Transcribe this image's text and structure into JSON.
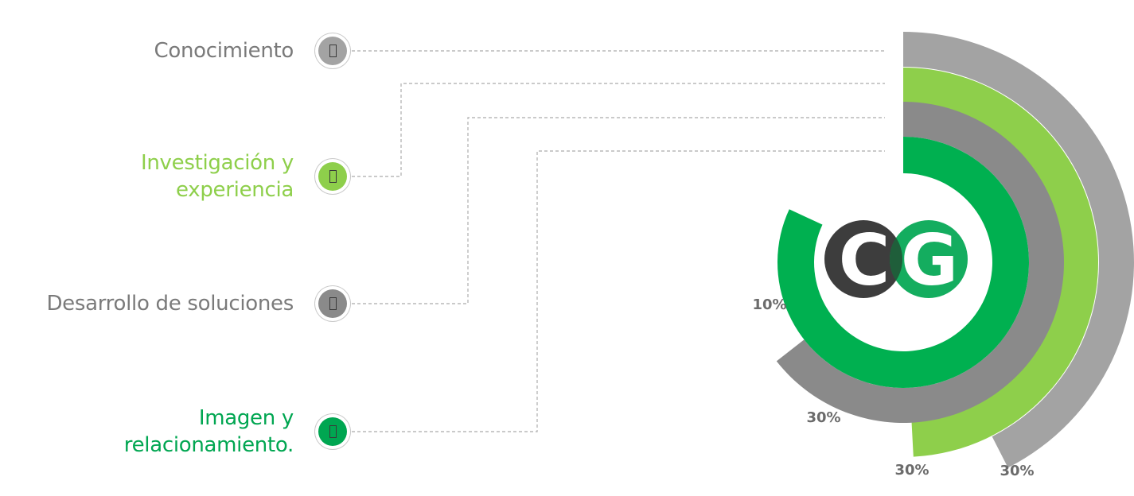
{
  "items": [
    {
      "label": "Conocimiento",
      "lines": [
        "Conocimiento"
      ],
      "color": "#7a7a7a",
      "bullet_color": "#a3a3a3",
      "icon": "box-icon"
    },
    {
      "label": "Investigación y experiencia",
      "lines": [
        "Investigación y",
        "experiencia"
      ],
      "color": "#8ecf4b",
      "bullet_color": "#8ecf4b",
      "icon": "box-icon"
    },
    {
      "label": "Desarrollo de soluciones",
      "lines": [
        "Desarrollo de soluciones"
      ],
      "color": "#7a7a7a",
      "bullet_color": "#8a8a8a",
      "icon": "box-icon"
    },
    {
      "label": "Imagen y relacionamiento.",
      "lines": [
        "Imagen y",
        "relacionamiento."
      ],
      "color": "#00a651",
      "bullet_color": "#00a651",
      "icon": "box-icon"
    }
  ],
  "logo": {
    "letter1": "C",
    "letter2": "G",
    "color1": "#3d3d3d",
    "color2": "#00a651"
  },
  "chart_data": {
    "type": "radial-bar",
    "categories": [
      "Conocimiento",
      "Investigación y experiencia",
      "Desarrollo de soluciones",
      "Imagen y relacionamiento."
    ],
    "values": [
      30,
      30,
      30,
      10
    ],
    "value_labels": [
      "30%",
      "30%",
      "30%",
      "10%"
    ],
    "colors": [
      "#a3a3a3",
      "#8ecf4b",
      "#8a8a8a",
      "#00b050"
    ]
  }
}
